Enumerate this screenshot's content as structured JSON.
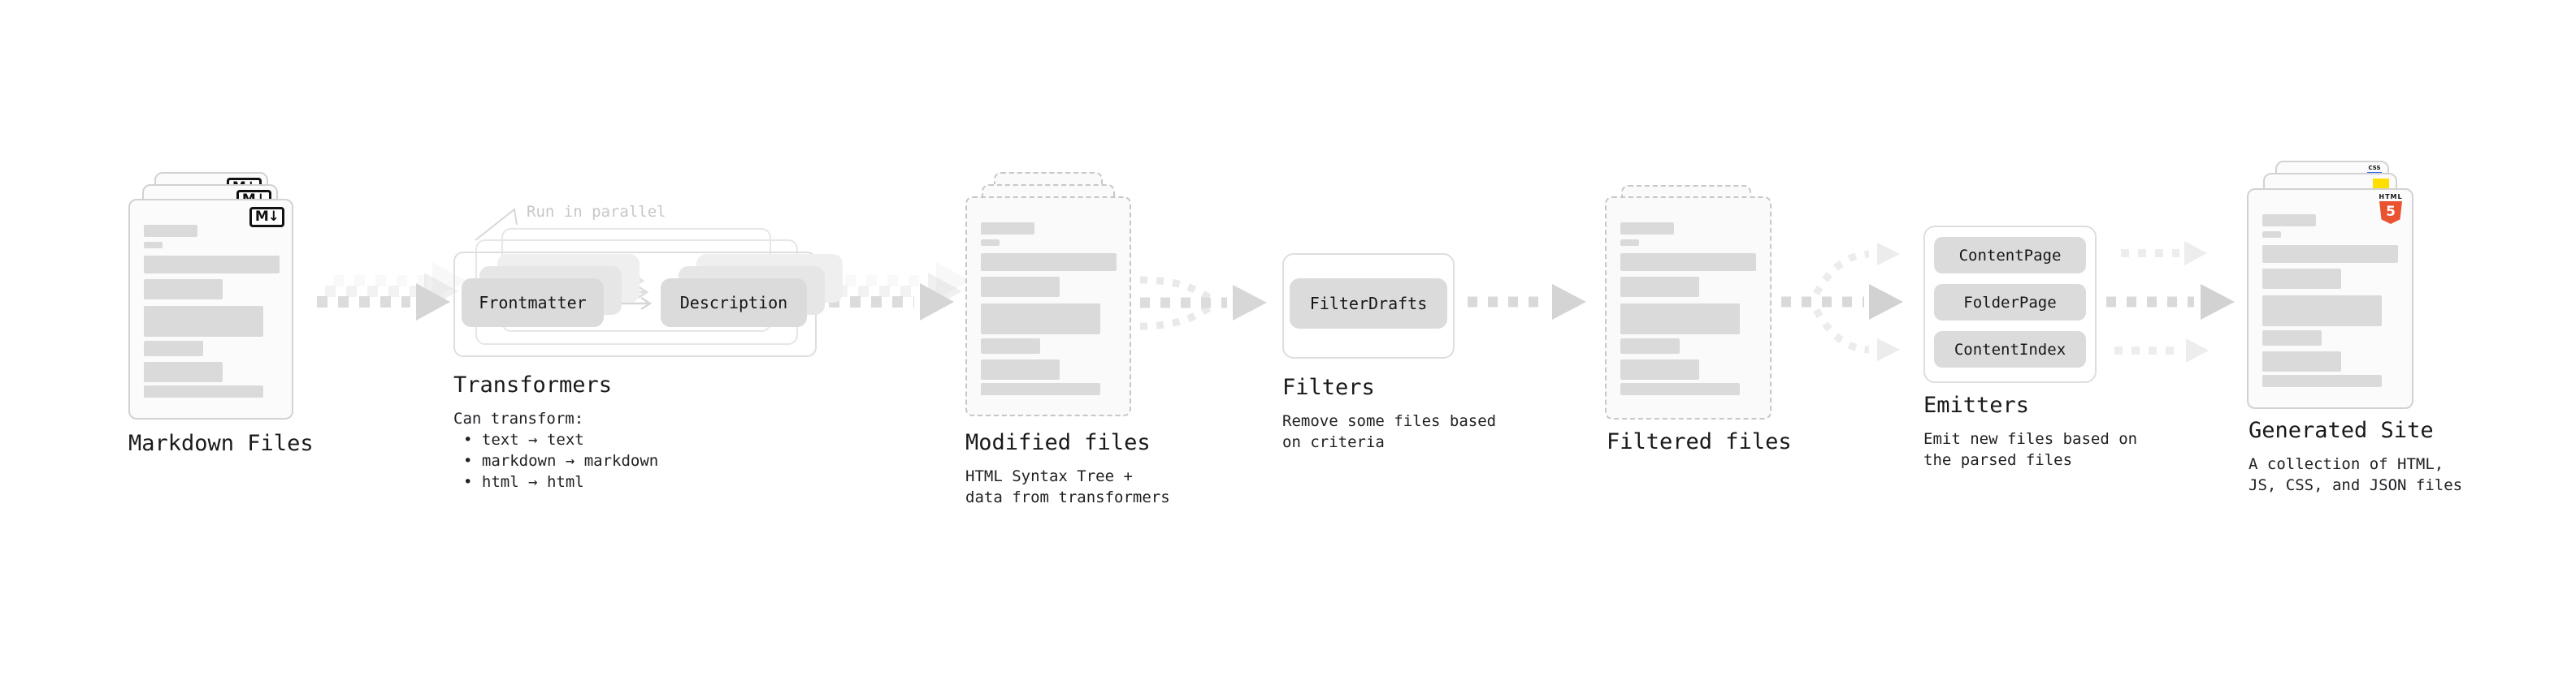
{
  "diagram": {
    "sections": {
      "markdown_files": {
        "label": "Markdown Files",
        "badge": "M↓"
      },
      "transformers": {
        "label": "Transformers",
        "callout": "Run in parallel",
        "box1": "Frontmatter",
        "box2": "Description",
        "desc_title": "Can transform:",
        "bullets": [
          "• text → text",
          "• markdown → markdown",
          "• html → html"
        ]
      },
      "modified_files": {
        "label": "Modified files",
        "desc": "HTML Syntax Tree +\ndata from transformers"
      },
      "filters": {
        "label": "Filters",
        "box": "FilterDrafts",
        "desc": "Remove some files based\non criteria"
      },
      "filtered_files": {
        "label": "Filtered files"
      },
      "emitters": {
        "label": "Emitters",
        "boxes": [
          "ContentPage",
          "FolderPage",
          "ContentIndex"
        ],
        "desc": "Emit new files based on\nthe parsed files"
      },
      "generated_site": {
        "label": "Generated Site",
        "desc": "A collection of HTML,\nJS, CSS, and JSON files",
        "html_badge_word": "HTML",
        "html_badge_number": "5",
        "css_badge": "CSS"
      }
    },
    "colors": {
      "html5_orange": "#e9532f",
      "js_yellow": "#ffde00",
      "css_blue": "#2d65f2",
      "arrow_gray": "#d9d9d9",
      "card_border": "#d2d2d2"
    }
  }
}
